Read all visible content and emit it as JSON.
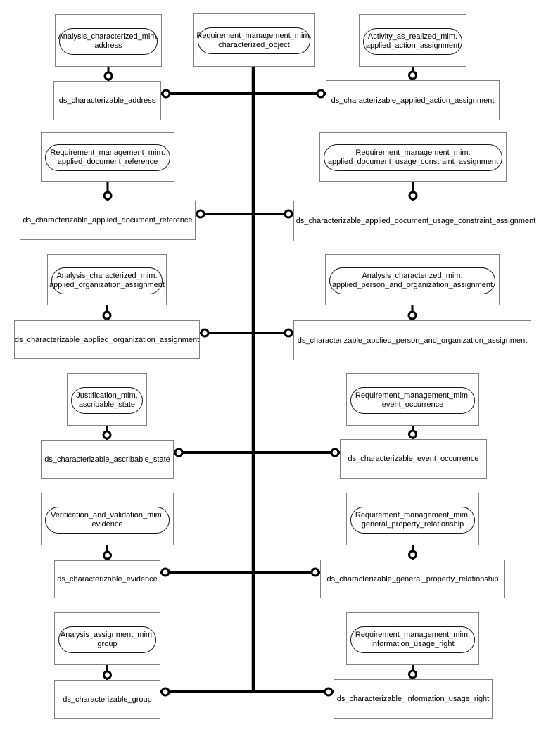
{
  "diagram": {
    "background": "#ffffff",
    "colors": {
      "rect_border": "#828282",
      "oval_border": "#1a1a1a",
      "line": "#000000",
      "text": "#000000",
      "circle_fill": "#ffffff"
    },
    "center_node": {
      "lines": [
        "Requirement_management_mim.",
        "characterized_object"
      ]
    },
    "rows": [
      {
        "left": {
          "ref_lines": [
            "Analysis_characterized_mim.",
            "address"
          ],
          "entity": "ds_characterizable_address"
        },
        "right": {
          "ref_lines": [
            "Activity_as_realized_mim.",
            "applied_action_assignment"
          ],
          "entity": "ds_characterizable_applied_action_assignment"
        }
      },
      {
        "left": {
          "ref_lines": [
            "Requirement_management_mim.",
            "applied_document_reference"
          ],
          "entity": "ds_characterizable_applied_document_reference"
        },
        "right": {
          "ref_lines": [
            "Requirement_management_mim.",
            "applied_document_usage_constraint_assignment"
          ],
          "entity": "ds_characterizable_applied_document_usage_constraint_assignment"
        }
      },
      {
        "left": {
          "ref_lines": [
            "Analysis_characterized_mim.",
            "applied_organization_assignment"
          ],
          "entity": "ds_characterizable_applied_organization_assignment"
        },
        "right": {
          "ref_lines": [
            "Analysis_characterized_mim.",
            "applied_person_and_organization_assignment"
          ],
          "entity": "ds_characterizable_applied_person_and_organization_assignment"
        }
      },
      {
        "left": {
          "ref_lines": [
            "Justification_mim.",
            "ascribable_state"
          ],
          "entity": "ds_characterizable_ascribable_state"
        },
        "right": {
          "ref_lines": [
            "Requirement_management_mim.",
            "event_occurrence"
          ],
          "entity": "ds_characterizable_event_occurrence"
        }
      },
      {
        "left": {
          "ref_lines": [
            "Verification_and_validation_mim.",
            "evidence"
          ],
          "entity": "ds_characterizable_evidence"
        },
        "right": {
          "ref_lines": [
            "Requirement_management_mim.",
            "general_property_relationship"
          ],
          "entity": "ds_characterizable_general_property_relationship"
        }
      },
      {
        "left": {
          "ref_lines": [
            "Analysis_assignment_mim.",
            "group"
          ],
          "entity": "ds_characterizable_group"
        },
        "right": {
          "ref_lines": [
            "Requirement_management_mim.",
            "information_usage_right"
          ],
          "entity": "ds_characterizable_information_usage_right"
        }
      }
    ]
  }
}
